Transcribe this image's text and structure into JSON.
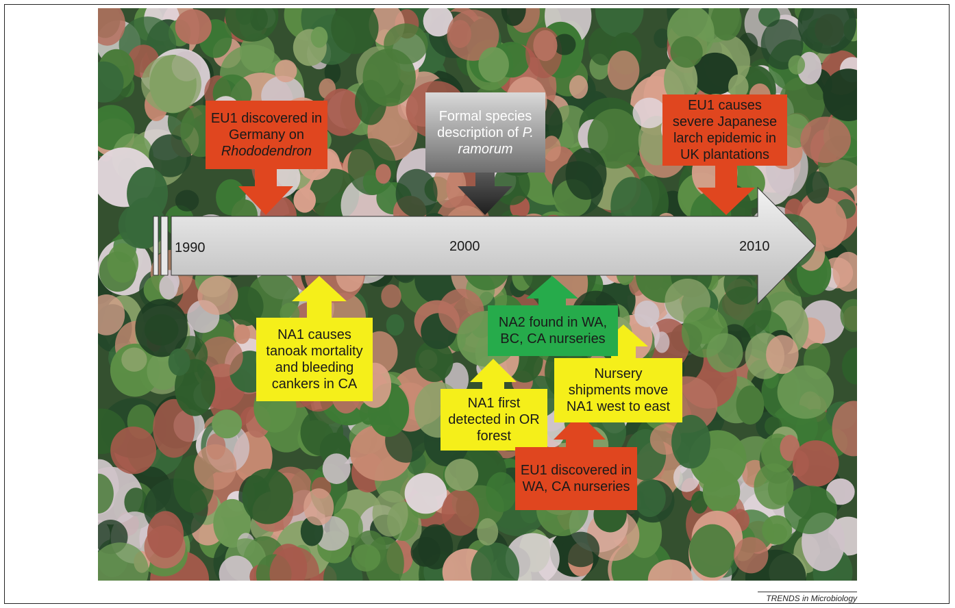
{
  "timeline": {
    "years": [
      "1990",
      "2000",
      "2010"
    ]
  },
  "events": {
    "eu1_germany": {
      "lines": [
        "EU1 discovered in",
        "Germany on"
      ],
      "italic": "Rhododendron"
    },
    "formal_description": {
      "lines": [
        "Formal species",
        "description of "
      ],
      "italic_a": "P.",
      "italic_b": "ramorum"
    },
    "eu1_uk_larch": {
      "lines": [
        "EU1 causes",
        "severe Japanese",
        "larch epidemic in",
        "UK plantations"
      ]
    },
    "na1_tanoak": {
      "lines": [
        "NA1 causes",
        "tanoak mortality",
        "and bleeding",
        "cankers in CA"
      ]
    },
    "na2_found": {
      "lines": [
        "NA2 found in WA,",
        "BC, CA nurseries"
      ]
    },
    "na1_oregon": {
      "lines": [
        "NA1 first",
        "detected in OR",
        "forest"
      ]
    },
    "nursery_shipments": {
      "lines": [
        "Nursery",
        "shipments move",
        "NA1 west to east"
      ]
    },
    "eu1_wa_ca": {
      "lines": [
        "EU1 discovered in",
        "WA, CA nurseries"
      ]
    }
  },
  "colors": {
    "red_event": "#e0461f",
    "yellow_event": "#f5ef1a",
    "green_event": "#26ab4b",
    "grey_event": "#7a7a7a",
    "timeline_arrow": "#d6d6d6"
  },
  "caption": "TRENDS in Microbiology"
}
